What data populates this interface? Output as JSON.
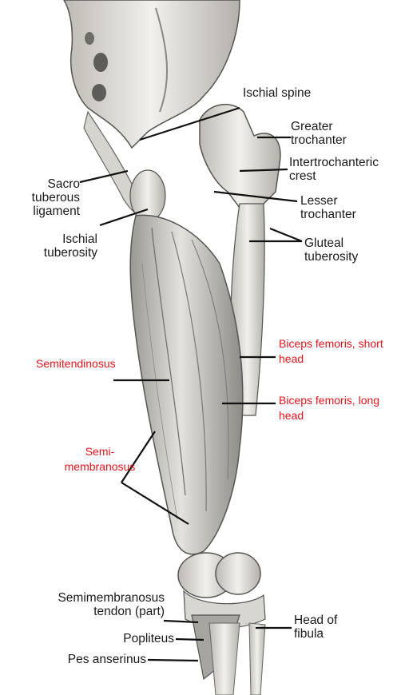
{
  "labels": {
    "ischial_spine": "Ischial spine",
    "greater_trochanter": "Greater\ntrochanter",
    "intertrochanteric_crest": "Intertrochanteric\ncrest",
    "lesser_trochanter": "Lesser\ntrochanter",
    "gluteal_tuberosity": "Gluteal\ntuberosity",
    "sacrotuberous_ligament": "Sacro\ntuberous\nligament",
    "ischial_tuberosity": "Ischial\ntuberosity",
    "biceps_short_head": "Biceps femoris, short\nhead",
    "biceps_long_head": "Biceps femoris, long\nhead",
    "semitendinosus": "Semitendinosus",
    "semimembranosus": "Semi-\nmembranosus",
    "semimembranosus_tendon": "Semimembranosus\ntendon (part)",
    "popliteus": "Popliteus",
    "pes_anserinus": "Pes anserinus",
    "head_of_fibula": "Head of\nfibula"
  },
  "colors": {
    "black_label": "#1a1a1a",
    "red_label": "#e0141c",
    "bone": "#e9e7e2",
    "muscle": "#cfcdc8",
    "line": "#111111"
  }
}
